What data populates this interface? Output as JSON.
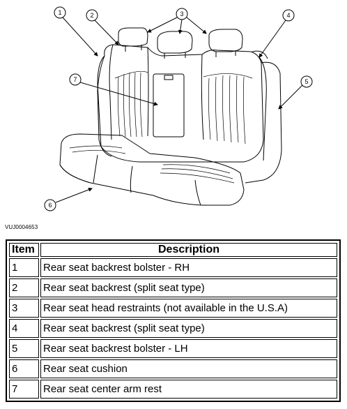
{
  "figure": {
    "callouts": [
      "1",
      "2",
      "3",
      "4",
      "5",
      "6",
      "7"
    ],
    "figure_id": "VUJ0004653"
  },
  "table": {
    "headers": {
      "item": "Item",
      "description": "Description"
    },
    "rows": [
      {
        "item": "1",
        "description": "Rear seat backrest bolster - RH"
      },
      {
        "item": "2",
        "description": "Rear seat backrest (split seat type)"
      },
      {
        "item": "3",
        "description": "Rear seat head restraints (not available in the U.S.A)"
      },
      {
        "item": "4",
        "description": "Rear seat backrest (split seat type)"
      },
      {
        "item": "5",
        "description": "Rear seat backrest bolster - LH"
      },
      {
        "item": "6",
        "description": "Rear seat cushion"
      },
      {
        "item": "7",
        "description": "Rear seat center arm rest"
      }
    ]
  }
}
